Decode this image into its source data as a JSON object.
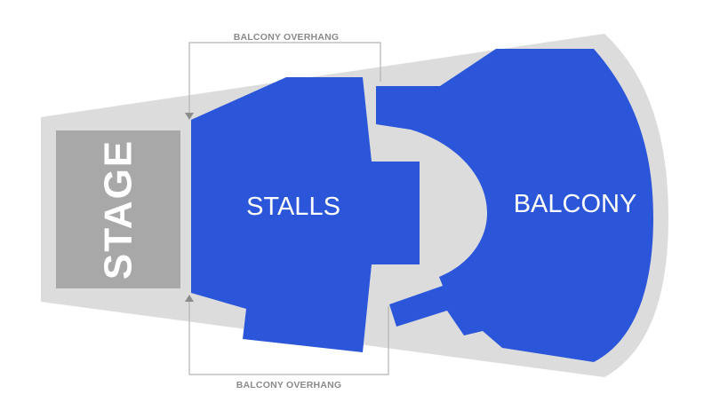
{
  "map": {
    "stage_label": "STAGE",
    "overhang_top_label": "BALCONY OVERHANG",
    "overhang_bottom_label": "BALCONY OVERHANG",
    "sections": [
      {
        "id": "stalls",
        "label": "STALLS",
        "color": "#2b56d9"
      },
      {
        "id": "balcony",
        "label": "BALCONY",
        "color": "#2b56d9"
      }
    ]
  },
  "colors": {
    "venue_outline": "#dcdcdc",
    "stage": "#a8a8a8",
    "section": "#2b56d9",
    "overhang_line": "#b5b5b5",
    "overhang_text": "#8a8a8a"
  }
}
